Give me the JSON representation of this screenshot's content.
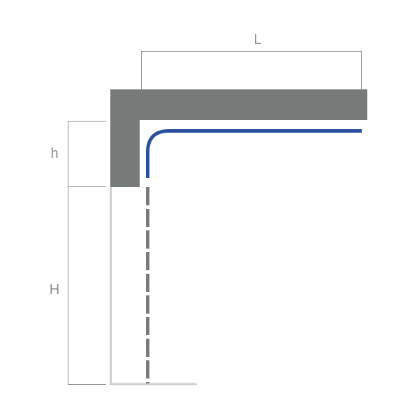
{
  "labels": {
    "length": "L",
    "header_height": "h",
    "door_height": "H"
  },
  "colors": {
    "header_frame": "#767a79",
    "rail": "#2a4f9f",
    "panel_dashes": "#7a7a7a",
    "door_outline": "#cfcfcf",
    "dimension_lines": "#8c8c8c"
  }
}
